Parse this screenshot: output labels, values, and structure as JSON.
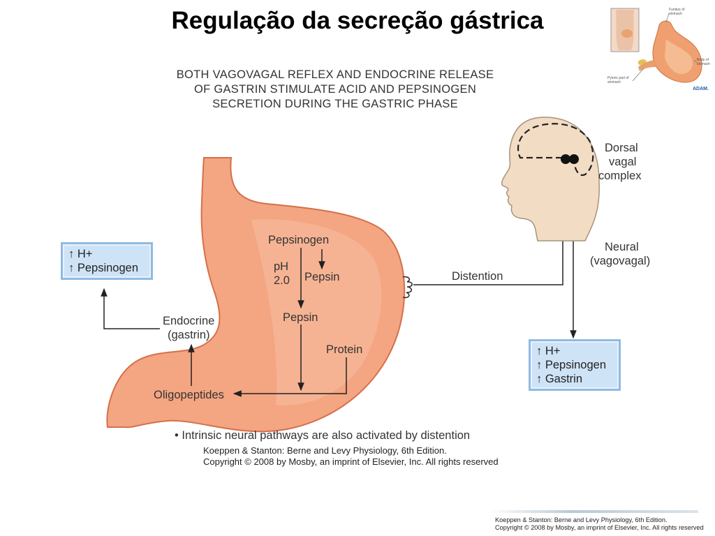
{
  "title": "Regulação da secreção gástrica",
  "subtitle": {
    "line1": "BOTH VAGOVAGAL REFLEX AND ENDOCRINE RELEASE",
    "line2": "OF GASTRIN STIMULATE ACID AND PEPSINOGEN",
    "line3": "SECRETION DURING THE GASTRIC PHASE"
  },
  "labels": {
    "pepsinogen": "Pepsinogen",
    "ph": "pH",
    "ph_value": "2.0",
    "pepsin_top": "Pepsin",
    "pepsin_mid": "Pepsin",
    "protein": "Protein",
    "oligopeptides": "Oligopeptides",
    "endocrine": "Endocrine",
    "gastrin_paren": "(gastrin)",
    "distention": "Distention",
    "dorsal": "Dorsal",
    "vagal": "vagal",
    "complex": "complex",
    "neural": "Neural",
    "vagovagal": "(vagovagal)"
  },
  "left_box": {
    "line1": "↑ H+",
    "line2": "↑ Pepsinogen"
  },
  "right_box": {
    "line1": "↑ H+",
    "line2": "↑ Pepsinogen",
    "line3": "↑ Gastrin"
  },
  "bullet_note": "• Intrinsic neural pathways are also activated by distention",
  "citation": {
    "line1": "Koeppen & Stanton: Berne and Levy Physiology, 6th Edition.",
    "line2": "Copyright © 2008 by Mosby, an imprint of Elsevier, Inc. All rights reserved"
  },
  "footer_citation": {
    "line1": "Koeppen & Stanton: Berne and Levy Physiology, 6th Edition.",
    "line2": "Copyright © 2008 by Mosby, an imprint of Elsevier, Inc. All rights reserved"
  },
  "thumbnail": {
    "fundus": "Fundus of stomach",
    "body": "Body of stomach",
    "pyloric": "Pyloric part of stomach",
    "logo": "ADAM."
  },
  "colors": {
    "stomach_fill": "#f4a582",
    "stomach_stroke": "#d4704a",
    "box_fill": "#cfe3f6",
    "box_border": "#8fbbe3",
    "head_fill": "#f3dcc4"
  }
}
